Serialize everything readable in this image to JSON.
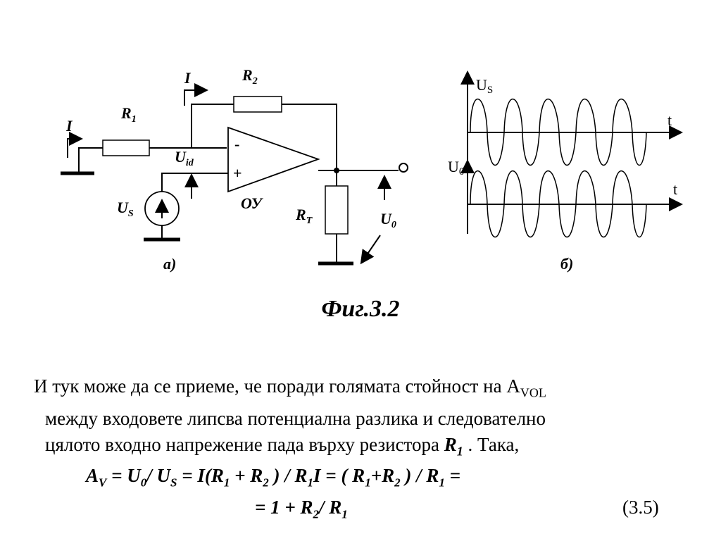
{
  "circuit": {
    "current_left": "I",
    "current_top": "I",
    "r1": {
      "main": "R",
      "sub": "1"
    },
    "r2": {
      "main": "R",
      "sub": "2"
    },
    "uid": {
      "main": "U",
      "sub": "id"
    },
    "us": {
      "main": "U",
      "sub": "S"
    },
    "ou": "ОУ",
    "rt": {
      "main": "R",
      "sub": "T"
    },
    "u0": {
      "main": "U",
      "sub": "0"
    },
    "minus": "-",
    "plus": "+",
    "part_label": "а)"
  },
  "waveforms": {
    "top_axis": {
      "main": "U",
      "sub": "S"
    },
    "bottom_axis": {
      "main": "U",
      "sub": "0"
    },
    "time_label": "t",
    "part_label": "б)"
  },
  "figure_caption": "Фиг.3.2",
  "paragraph": {
    "line1": "И тук може да се приеме, че поради голямата стойност на А",
    "line1_sub": "VOL",
    "line2": "между входовете липсва потенциална разлика и следователно",
    "line3_start": "цялото входно напрежение пада върху резистора ",
    "line3_r": "R",
    "line3_r_sub": "1",
    "line3_end": " . Така,"
  },
  "equation": {
    "av": "A",
    "av_sub": "V",
    "t1": " = U",
    "t1_sub": "0",
    "t2": "/ U",
    "t2_sub": "S",
    "t3": " = I(R",
    "t3_sub": "1",
    "t4": " + R",
    "t4_sub": "2",
    "t5": " ) / R",
    "t5_sub": "1",
    "t6": "I = ( R",
    "t6_sub": "1",
    "t7": "+R",
    "t7_sub": "2",
    "t8": " ) / R",
    "t8_sub": "1",
    "t9": " =",
    "line2_a": "=  1 + R",
    "line2_a_sub": "2",
    "line2_b": "/ R",
    "line2_b_sub": "1"
  },
  "equation_number": "(3.5)"
}
